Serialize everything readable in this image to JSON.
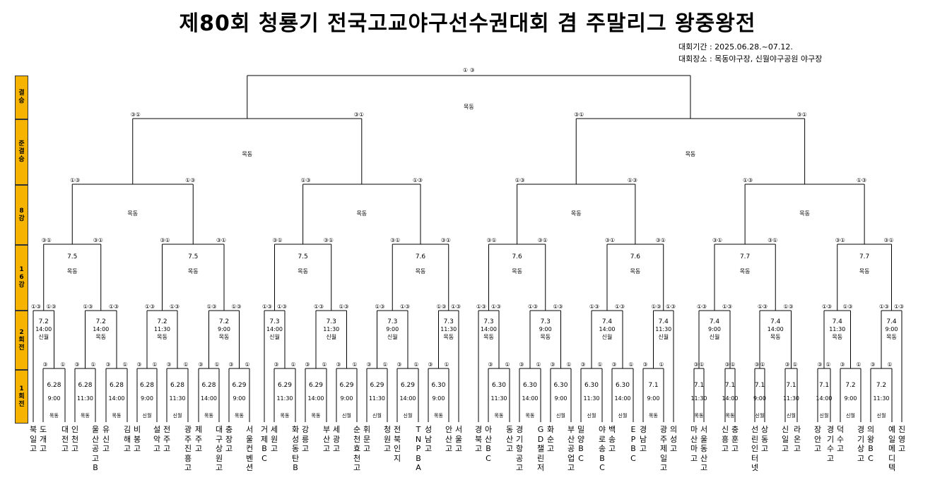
{
  "title": "제80회 청룡기 전국고교야구선수권대회 겸 주말리그 왕중왕전",
  "info": {
    "period": "대회기간 : 2025.06.28.~07.12.",
    "venue": "대회장소 : 목동야구장, 신월야구공원 야구장"
  },
  "rounds": [
    "결승",
    "준결승",
    "8강",
    "16강",
    "2회전",
    "1회전"
  ],
  "marks": {
    "a": "①",
    "b": "③"
  },
  "teams": [
    "북일고",
    "도개고",
    "대전고",
    "인천고",
    "울산공고B",
    "유신고",
    "김해고",
    "비봉고",
    "설악고",
    "전주고",
    "광주진흥고",
    "제주고",
    "대구상원고",
    "충장고",
    "서울컨벤션",
    "거제BC",
    "세원고",
    "화성동탄B",
    "강릉고",
    "부산고",
    "세광고",
    "순천효천고",
    "휘문고",
    "청원고",
    "전북인지",
    "TNPBA",
    "성남고",
    "안산고",
    "서울고",
    "경북고",
    "아산BC",
    "동산고",
    "경기항공고",
    "GD챌린저",
    "화순고",
    "부산공업고",
    "밀양BC",
    "야로송BC",
    "백송고",
    "EPBC",
    "경남고",
    "광주제일고",
    "의성고",
    "마산마고",
    "서울동산고",
    "신흥고",
    "충훈고",
    "선린인터넷",
    "상동고",
    "신일고",
    "라온고",
    "장안고",
    "경기수고",
    "덕수고",
    "경기상고",
    "의왕BC",
    "예일메디텍",
    "진영고"
  ],
  "r1": [
    {
      "date": "6.28",
      "time": "9:00",
      "venue": "목동"
    },
    {
      "date": "6.28",
      "time": "11:30",
      "venue": "목동"
    },
    {
      "date": "6.28",
      "time": "14:00",
      "venue": "목동"
    },
    {
      "date": "6.28",
      "time": "9:00",
      "venue": "신월"
    },
    {
      "date": "6.28",
      "time": "11:30",
      "venue": "신월"
    },
    {
      "date": "6.28",
      "time": "14:00",
      "venue": "목동"
    },
    {
      "date": "6.29",
      "time": "9:00",
      "venue": "목동"
    },
    {
      "date": "6.29",
      "time": "11:30",
      "venue": "목동"
    },
    {
      "date": "6.29",
      "time": "14:00",
      "venue": "목동"
    },
    {
      "date": "6.29",
      "time": "9:00",
      "venue": "신월"
    },
    {
      "date": "6.29",
      "time": "11:30",
      "venue": "신월"
    },
    {
      "date": "6.29",
      "time": "14:00",
      "venue": "신월"
    },
    {
      "date": "6.30",
      "time": "9:00",
      "venue": "목동"
    },
    {
      "date": "6.30",
      "time": "11:30",
      "venue": "목동"
    },
    {
      "date": "6.30",
      "time": "14:00",
      "venue": "목동"
    },
    {
      "date": "6.30",
      "time": "9:00",
      "venue": "신월"
    },
    {
      "date": "6.30",
      "time": "11:30",
      "venue": "신월"
    },
    {
      "date": "6.30",
      "time": "14:00",
      "venue": "신월"
    },
    {
      "date": "7.1",
      "time": "9:00",
      "venue": "목동"
    },
    {
      "date": "7.1",
      "time": "11:30",
      "venue": "목동"
    },
    {
      "date": "7.1",
      "time": "14:00",
      "venue": "목동"
    },
    {
      "date": "7.1",
      "time": "9:00",
      "venue": "신월"
    },
    {
      "date": "7.1",
      "time": "11:30",
      "venue": "신월"
    },
    {
      "date": "7.1",
      "time": "14:00",
      "venue": "신월"
    },
    {
      "date": "7.2",
      "time": "9:00",
      "venue": "신월"
    },
    {
      "date": "7.2",
      "time": "11:30",
      "venue": "신월"
    }
  ],
  "r2": [
    {
      "date": "7.2",
      "time": "14:00",
      "venue": "신월"
    },
    {
      "date": "7.2",
      "time": "14:00",
      "venue": "목동"
    },
    {
      "date": "7.2",
      "time": "11:30",
      "venue": "목동"
    },
    {
      "date": "7.2",
      "time": "9:00",
      "venue": "목동"
    },
    {
      "date": "7.3",
      "time": "14:00",
      "venue": "신월"
    },
    {
      "date": "7.3",
      "time": "11:30",
      "venue": "신월"
    },
    {
      "date": "7.3",
      "time": "9:00",
      "venue": "신월"
    },
    {
      "date": "7.3",
      "time": "11:30",
      "venue": "목동"
    },
    {
      "date": "7.3",
      "time": "14:00",
      "venue": "목동"
    },
    {
      "date": "7.3",
      "time": "9:00",
      "venue": "목동"
    },
    {
      "date": "7.4",
      "time": "14:00",
      "venue": "신월"
    },
    {
      "date": "7.4",
      "time": "11:30",
      "venue": "신월"
    },
    {
      "date": "7.4",
      "time": "9:00",
      "venue": "신월"
    },
    {
      "date": "7.4",
      "time": "14:00",
      "venue": "목동"
    },
    {
      "date": "7.4",
      "time": "11:30",
      "venue": "목동"
    },
    {
      "date": "7.4",
      "time": "9:00",
      "venue": "목동"
    }
  ],
  "r16": [
    {
      "date": "7.5",
      "venue": "목동"
    },
    {
      "date": "7.5",
      "venue": "목동"
    },
    {
      "date": "7.5",
      "venue": "목동"
    },
    {
      "date": "7.6",
      "venue": "목동"
    },
    {
      "date": "7.6",
      "venue": "목동"
    },
    {
      "date": "7.6",
      "venue": "목동"
    },
    {
      "date": "7.7",
      "venue": "목동"
    },
    {
      "date": "7.7",
      "venue": "목동"
    }
  ],
  "qf": [
    {
      "venue": "목동"
    },
    {
      "venue": "목동"
    },
    {
      "venue": "목동"
    },
    {
      "venue": "목동"
    }
  ],
  "sf": [
    {
      "venue": "목동"
    },
    {
      "venue": "목동"
    }
  ],
  "final": {
    "venue": "목동"
  }
}
